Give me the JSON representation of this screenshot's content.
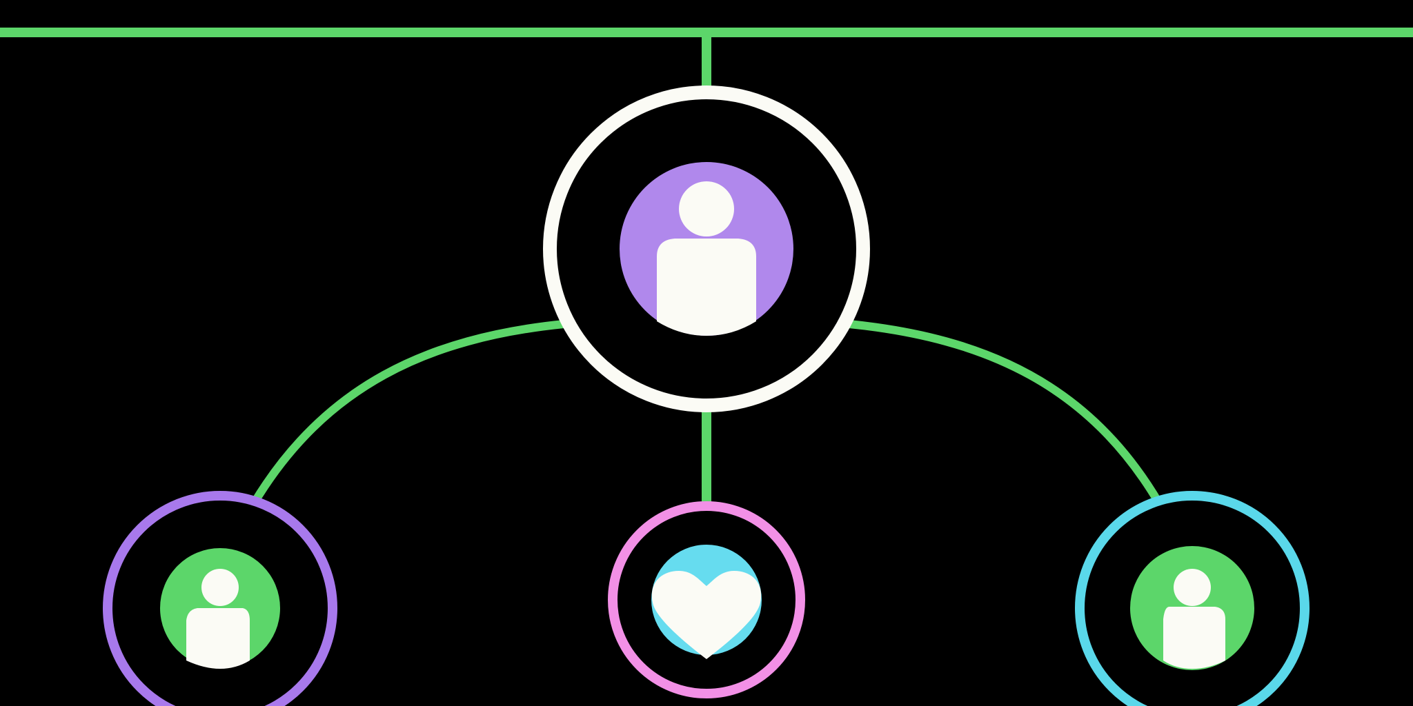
{
  "diagram": {
    "background": "#000000",
    "connector_color": "#5cd66a",
    "nodes": [
      {
        "id": "parent",
        "kind": "person",
        "icon": "person-icon",
        "ring_color": "#fbfbf5",
        "fill_color": "#b088ec",
        "glyph_color": "#fbfbf5"
      },
      {
        "id": "child-left",
        "kind": "person",
        "icon": "person-icon",
        "ring_color": "#a879ec",
        "fill_color": "#5cd66a",
        "glyph_color": "#fbfbf5"
      },
      {
        "id": "child-center",
        "kind": "heart",
        "icon": "heart-icon",
        "ring_color": "#f290e6",
        "fill_color": "#66dcef",
        "glyph_color": "#fbfbf5"
      },
      {
        "id": "child-right",
        "kind": "person",
        "icon": "person-icon",
        "ring_color": "#5ad8ea",
        "fill_color": "#5cd66a",
        "glyph_color": "#fbfbf5"
      }
    ]
  }
}
